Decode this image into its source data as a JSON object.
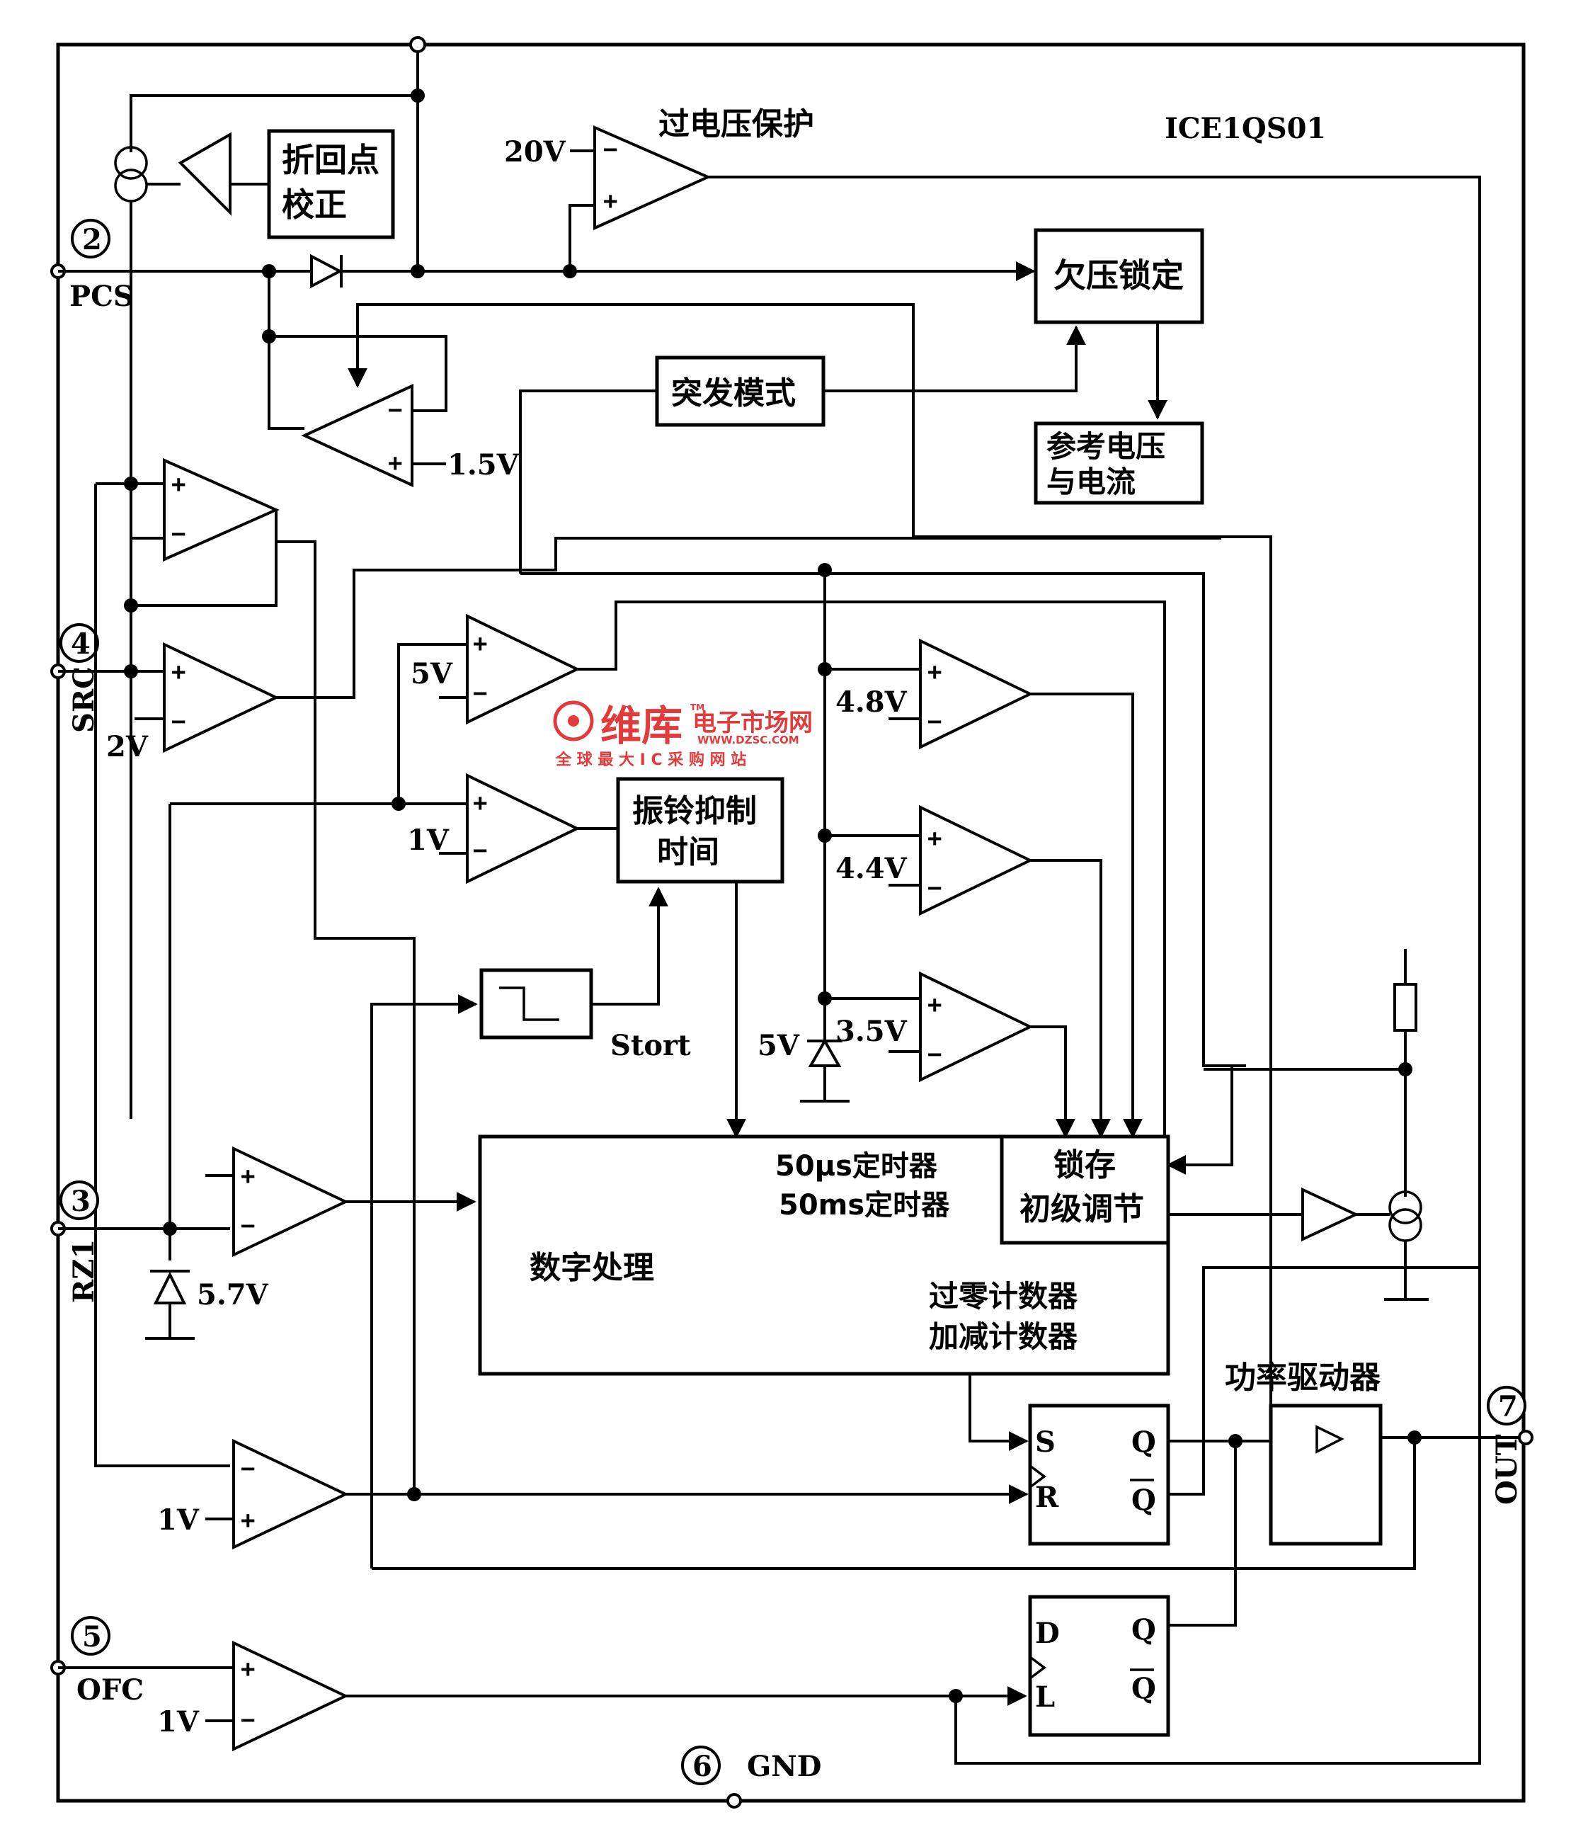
{
  "chip": "ICE1QS01",
  "blocks": {
    "foldback_correction": [
      "折回点",
      "校正"
    ],
    "overvoltage": "过电压保护",
    "uvlo": "欠压锁定",
    "burst_mode": "突发模式",
    "reference": [
      "参考电压",
      "与电流"
    ],
    "ringing": [
      "振铃抑制",
      "时间"
    ],
    "start": "Stort",
    "digital_timers": [
      "50μs定时器",
      "50ms定时器"
    ],
    "latch": [
      "锁存",
      "初级调节"
    ],
    "digital": "数字处理",
    "counters": [
      "过零计数器",
      "加减计数器"
    ],
    "driver": "功率驱动器"
  },
  "pins": {
    "p2": {
      "num": "2",
      "name": "PCS"
    },
    "p4": {
      "num": "4",
      "name": "SRC"
    },
    "p3": {
      "num": "3",
      "name": "RZ1"
    },
    "p5": {
      "num": "5",
      "name": "OFC"
    },
    "p6": {
      "num": "6",
      "name": "GND"
    },
    "p7": {
      "num": "7",
      "name": "OUT"
    }
  },
  "voltages": {
    "v20": "20V",
    "v15": "1.5V",
    "v5a": "5V",
    "v2": "2V",
    "v1a": "1V",
    "v48": "4.8V",
    "v44": "4.4V",
    "v35": "3.5V",
    "vz5": "5V",
    "vz57": "5.7V",
    "v1b": "1V",
    "v1c": "1V"
  },
  "flipflops": {
    "rs": {
      "s": "S",
      "r": "R",
      "q": "Q",
      "qbar": "Q"
    },
    "d": {
      "d": "D",
      "l": "L",
      "q": "Q",
      "qbar": "Q"
    }
  },
  "watermark": {
    "brand": "维库",
    "site": "电子市场网",
    "url": "WWW.DZSC.COM",
    "slogan": "全 球 最 大 I C 采 购 网 站",
    "tm": "TM"
  },
  "colors": {
    "ink": "#000000",
    "watermark": "#e23b3b"
  }
}
